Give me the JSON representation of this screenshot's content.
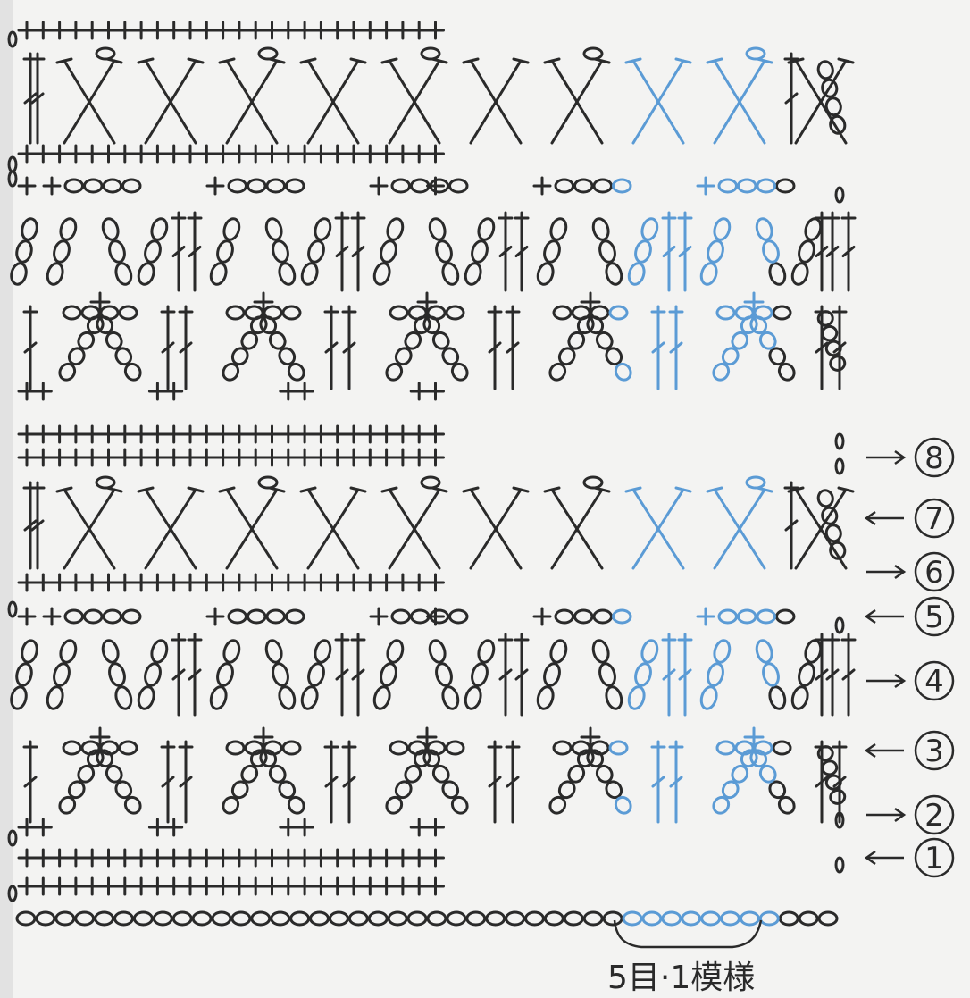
{
  "diagram": {
    "pattern_repeat_label": "5目·1模様",
    "row_markers": [
      {
        "number": "8",
        "direction": "right"
      },
      {
        "number": "7",
        "direction": "left"
      },
      {
        "number": "6",
        "direction": "right"
      },
      {
        "number": "5",
        "direction": "left"
      },
      {
        "number": "4",
        "direction": "right"
      },
      {
        "number": "3",
        "direction": "left"
      },
      {
        "number": "2",
        "direction": "right"
      },
      {
        "number": "1",
        "direction": "left"
      }
    ],
    "highlight_color": "#5b9bd5",
    "ink_color": "#2a2a2a",
    "symbols": [
      "single-crochet",
      "chain",
      "double-crochet",
      "crossed-double-crochet",
      "turning-chain"
    ]
  }
}
